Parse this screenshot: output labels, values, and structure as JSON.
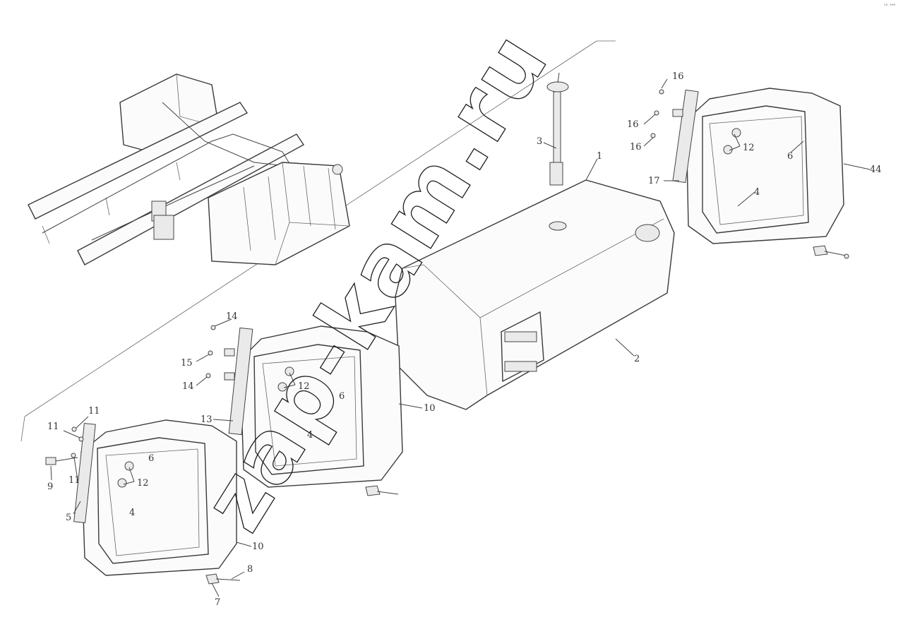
{
  "watermark": "zap-kam.ru",
  "corner_mark": "ᵉᵖ ᵃᵃᵃ",
  "callouts": {
    "c1": "1",
    "c2": "2",
    "c3": "3",
    "c4a": "4",
    "c4b": "4",
    "c4c": "4",
    "c5": "5",
    "c6a": "6",
    "c6b": "6",
    "c6c": "6",
    "c7": "7",
    "c8": "8",
    "c9": "9",
    "c10a": "10",
    "c10b": "10",
    "c11a": "11",
    "c11b": "11",
    "c11c": "11",
    "c12a": "12",
    "c12b": "12",
    "c12c": "12",
    "c13": "13",
    "c14a": "14",
    "c14b": "14",
    "c15": "15",
    "c16a": "16",
    "c16b": "16",
    "c16c": "16",
    "c17": "17",
    "c44": "44"
  }
}
